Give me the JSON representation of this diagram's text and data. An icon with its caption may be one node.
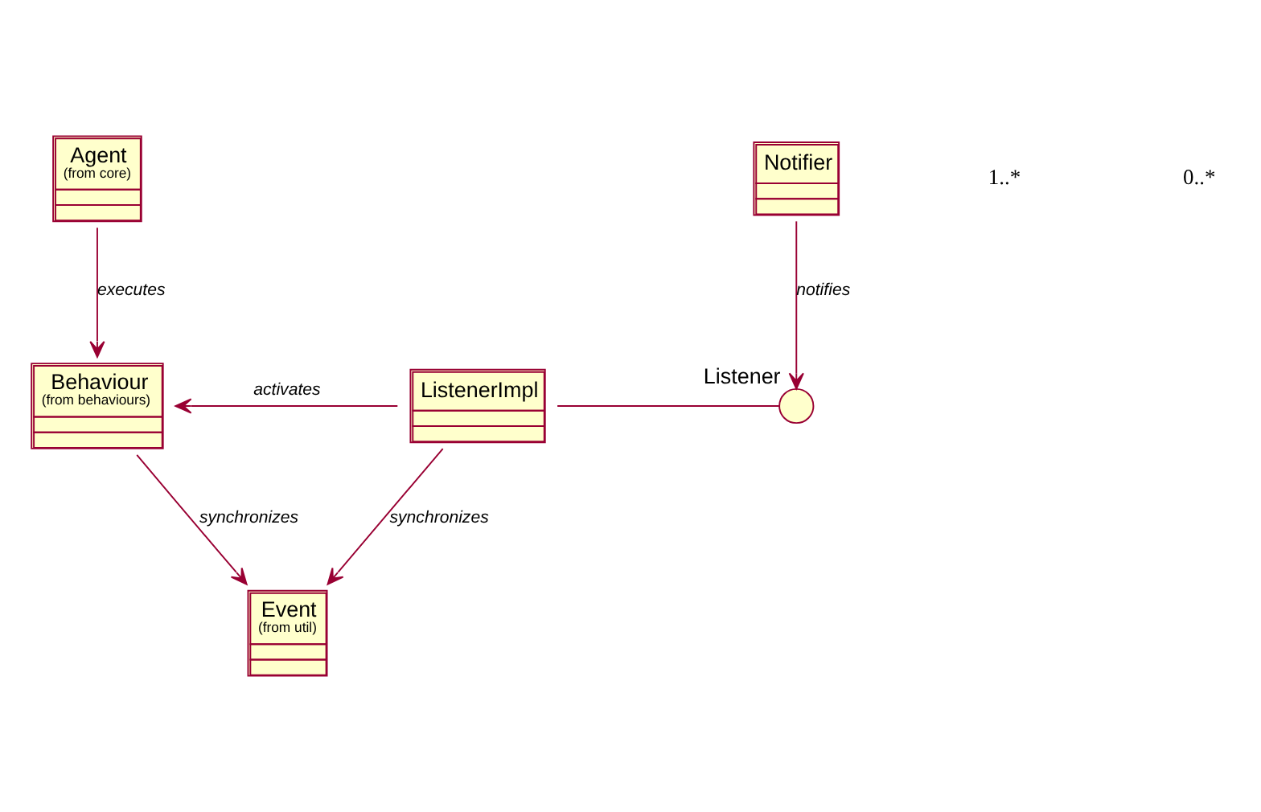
{
  "diagram": {
    "nodes": [
      {
        "text": [
          "Agent",
          "(from core)"
        ]
      },
      {
        "text": [
          "Notifier"
        ]
      },
      {
        "text": [
          "Behaviour",
          "(from behaviours)"
        ]
      },
      {
        "text": [
          "ListenerImpl"
        ]
      },
      {
        "text": [
          "Listener"
        ]
      },
      {
        "text": [
          "Event",
          "(from util)"
        ]
      }
    ],
    "edges": [
      {
        "from": 0,
        "to": 2,
        "arrow": "to",
        "label": "executes"
      },
      {
        "from": 1,
        "to": 4,
        "arrow": "to",
        "label": "notifies"
      },
      {
        "from": 3,
        "to": 2,
        "arrow": "to",
        "label": "activates"
      },
      {
        "from": 3,
        "to": 4,
        "arrow": "none"
      },
      {
        "from": 2,
        "to": 5,
        "arrow": "to",
        "label": "synchronizes"
      },
      {
        "from": 3,
        "to": 5,
        "arrow": "to",
        "label": "synchronizes"
      }
    ],
    "labels": [
      "1..*",
      "0..*"
    ]
  }
}
